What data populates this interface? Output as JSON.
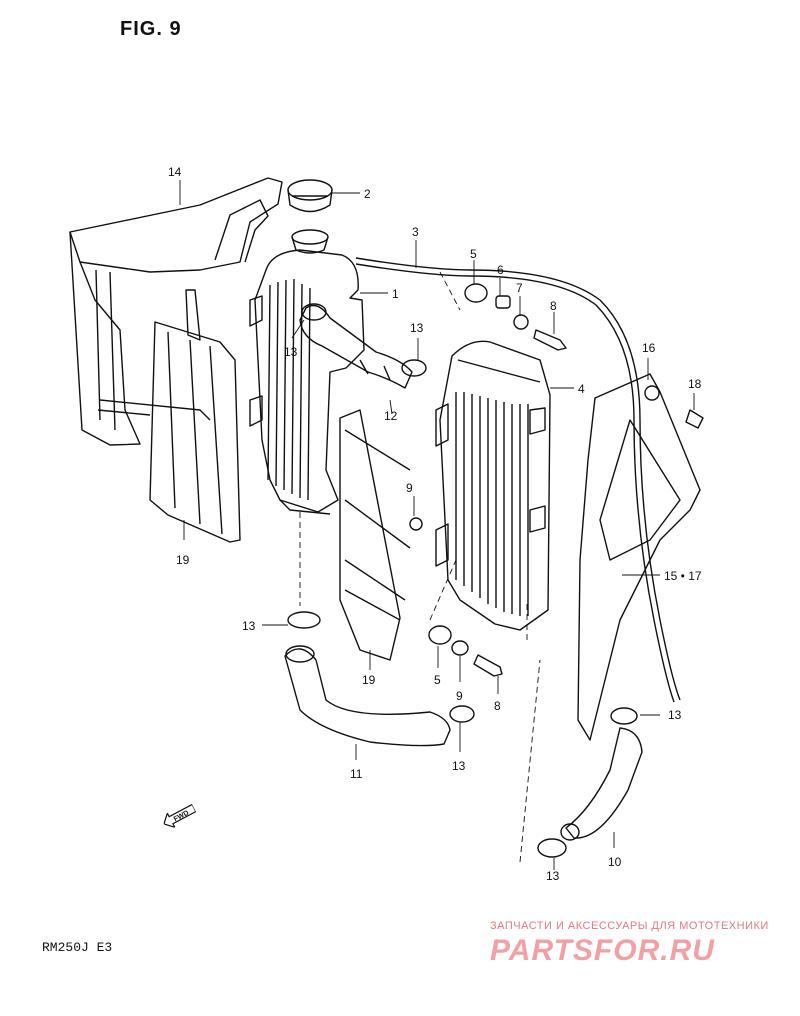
{
  "figure": {
    "title": "FIG. 9",
    "model": "RM250J  E3"
  },
  "callouts": [
    {
      "id": "c14",
      "text": "14"
    },
    {
      "id": "c2",
      "text": "2"
    },
    {
      "id": "c3",
      "text": "3"
    },
    {
      "id": "c5a",
      "text": "5"
    },
    {
      "id": "c6",
      "text": "6"
    },
    {
      "id": "c7",
      "text": "7"
    },
    {
      "id": "c8a",
      "text": "8"
    },
    {
      "id": "c1",
      "text": "1"
    },
    {
      "id": "c13a",
      "text": "13"
    },
    {
      "id": "c13b",
      "text": "13"
    },
    {
      "id": "c12",
      "text": "12"
    },
    {
      "id": "c4",
      "text": "4"
    },
    {
      "id": "c16",
      "text": "16"
    },
    {
      "id": "c18",
      "text": "18"
    },
    {
      "id": "c9a",
      "text": "9"
    },
    {
      "id": "c1517",
      "text": "15 • 17"
    },
    {
      "id": "c19a",
      "text": "19"
    },
    {
      "id": "c13c",
      "text": "13"
    },
    {
      "id": "c19b",
      "text": "19"
    },
    {
      "id": "c5b",
      "text": "5"
    },
    {
      "id": "c9b",
      "text": "9"
    },
    {
      "id": "c8b",
      "text": "8"
    },
    {
      "id": "c13d",
      "text": "13"
    },
    {
      "id": "c11",
      "text": "11"
    },
    {
      "id": "c13e",
      "text": "13"
    },
    {
      "id": "c10",
      "text": "10"
    },
    {
      "id": "c13f",
      "text": "13"
    }
  ],
  "fwd_label": "FWD",
  "watermark": {
    "tagline": "ЗАПЧАСТИ И АКСЕССУАРЫ ДЛЯ МОТОТЕХНИКИ",
    "brand": "PARTSFOR.RU",
    "color": "#f3a0a4"
  }
}
